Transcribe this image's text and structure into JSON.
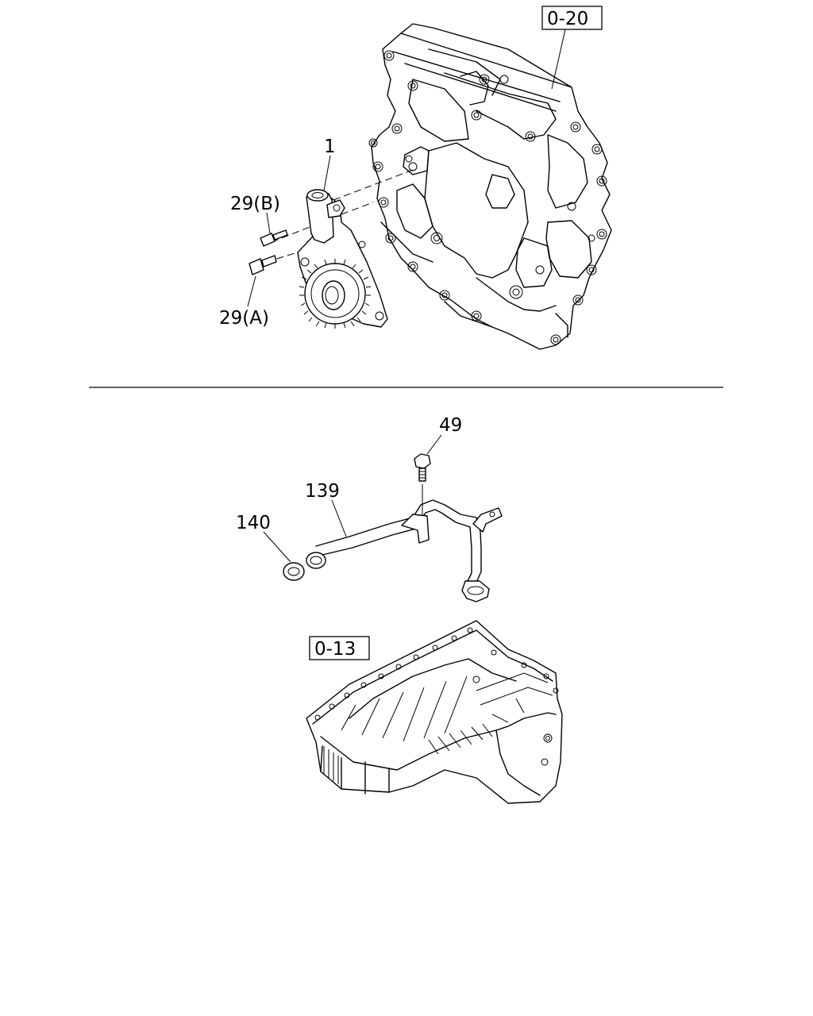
{
  "callouts": {
    "part_1": "1",
    "part_29b": "29(B)",
    "part_29a": "29(A)",
    "part_49": "49",
    "part_139": "139",
    "part_140": "140"
  },
  "references": {
    "ref_front_cover": "0-20",
    "ref_oil_pan": "0-13"
  }
}
